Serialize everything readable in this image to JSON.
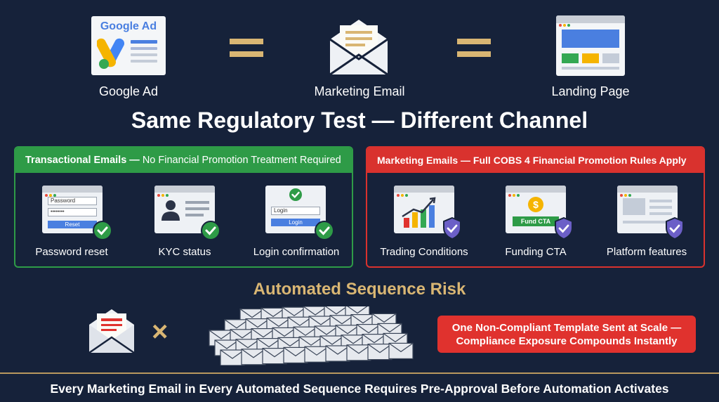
{
  "channels": [
    {
      "label": "Google Ad",
      "icon": "google-ad-icon",
      "logo_text": "Google Ad"
    },
    {
      "label": "Marketing Email",
      "icon": "envelope-icon"
    },
    {
      "label": "Landing Page",
      "icon": "landing-page-icon"
    }
  ],
  "headline": "Same Regulatory Test — Different Channel",
  "transactional": {
    "header_bold": "Transactional Emails —",
    "header_rest": " No Financial Promotion Treatment Required",
    "color": "#2e9b47",
    "items": [
      {
        "label": "Password reset",
        "field1": "Password",
        "field2": "••••••••",
        "button": "Reset"
      },
      {
        "label": "KYC status"
      },
      {
        "label": "Login confirmation",
        "field1": "Login",
        "button": "Login"
      }
    ]
  },
  "marketing": {
    "header": "Marketing Emails — Full COBS 4 Financial Promotion Rules Apply",
    "color": "#d9322e",
    "items": [
      {
        "label": "Trading Conditions"
      },
      {
        "label": "Funding CTA",
        "button": "Fund CTA",
        "coin": "$"
      },
      {
        "label": "Platform features"
      }
    ]
  },
  "risk": {
    "title": "Automated Sequence Risk",
    "multiplier": "×",
    "box_line1": "One Non-Compliant Template Sent at Scale —",
    "box_line2": "Compliance Exposure Compounds Instantly"
  },
  "footer": "Every Marketing Email in Every Automated Sequence Requires Pre-Approval Before Automation Activates",
  "colors": {
    "background": "#16223a",
    "gold": "#d9b673",
    "green": "#2e9b47",
    "red": "#d9322e",
    "shield": "#6b5fc7"
  }
}
